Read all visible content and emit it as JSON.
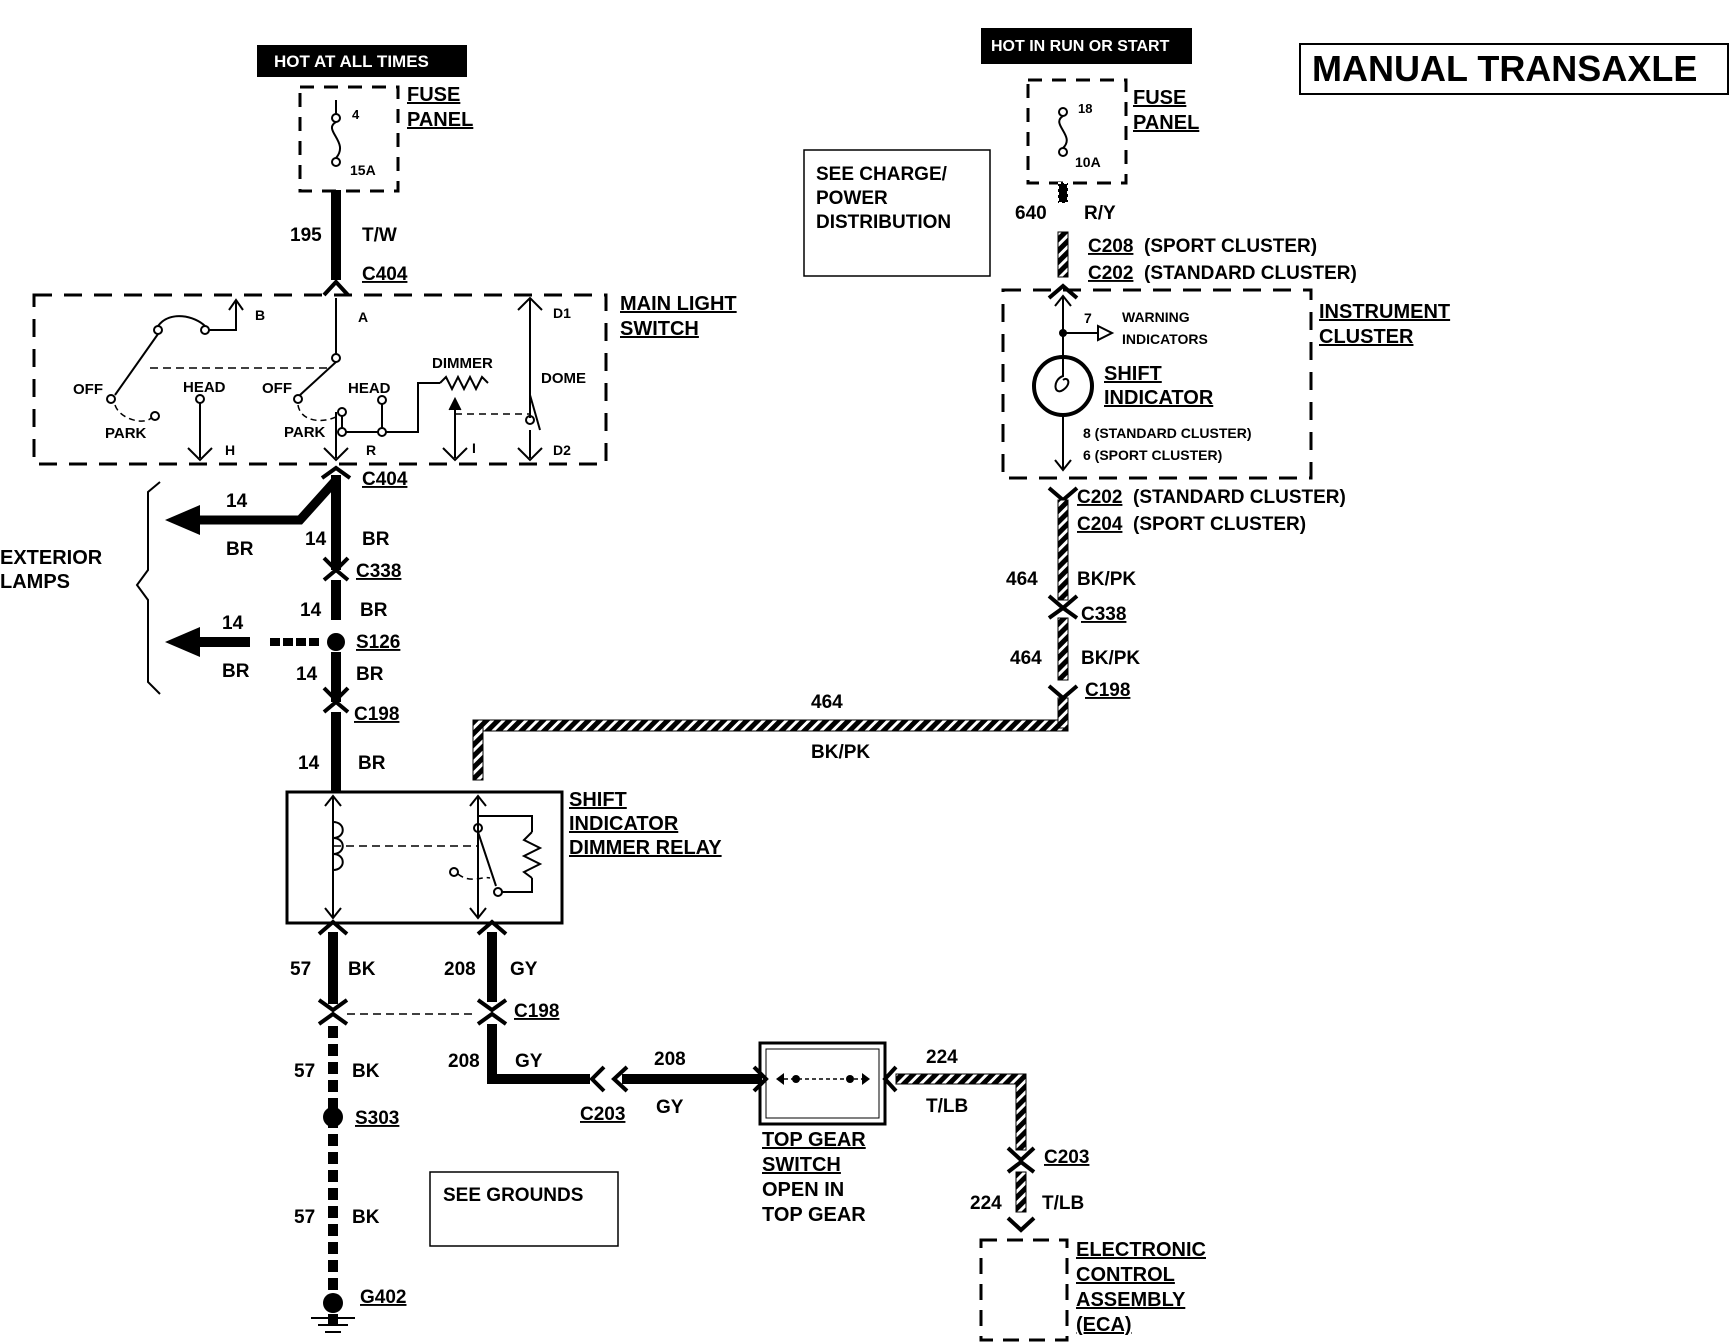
{
  "title": "MANUAL TRANSAXLE",
  "power": {
    "left_header": "HOT AT ALL TIMES",
    "right_header": "HOT IN RUN OR START"
  },
  "fuses": {
    "left": {
      "label_1": "FUSE",
      "label_2": "PANEL",
      "number": "4",
      "rating": "15A"
    },
    "right": {
      "label_1": "FUSE",
      "label_2": "PANEL",
      "number": "18",
      "rating": "10A"
    }
  },
  "notes": {
    "charge_1": "SEE CHARGE/",
    "charge_2": "POWER",
    "charge_3": "DISTRIBUTION",
    "grounds": "SEE GROUNDS"
  },
  "components": {
    "main_light_switch_1": "MAIN LIGHT",
    "main_light_switch_2": "SWITCH",
    "instrument_cluster_1": "INSTRUMENT",
    "instrument_cluster_2": "CLUSTER",
    "shift_indicator_1": "SHIFT",
    "shift_indicator_2": "INDICATOR",
    "warning_1": "WARNING",
    "warning_2": "INDICATORS",
    "pin_7": "7",
    "pin_8": "8 (STANDARD CLUSTER)",
    "pin_6": "6 (SPORT CLUSTER)",
    "dimmer_relay_1": "SHIFT",
    "dimmer_relay_2": "INDICATOR",
    "dimmer_relay_3": "DIMMER RELAY",
    "exterior_lamps_1": "EXTERIOR",
    "exterior_lamps_2": "LAMPS",
    "top_gear_1": "TOP GEAR",
    "top_gear_2": "SWITCH",
    "top_gear_3": "OPEN IN",
    "top_gear_4": "TOP GEAR",
    "eca_1": "ELECTRONIC",
    "eca_2": "CONTROL",
    "eca_3": "ASSEMBLY",
    "eca_4": "(ECA)"
  },
  "switch_labels": {
    "b": "B",
    "a": "A",
    "d1": "D1",
    "d2": "D2",
    "h": "H",
    "r": "R",
    "i": "I",
    "off1": "OFF",
    "head1": "HEAD",
    "park1": "PARK",
    "off2": "OFF",
    "head2": "HEAD",
    "park2": "PARK",
    "dimmer": "DIMMER",
    "dome": "DOME"
  },
  "connectors": {
    "c404_top": "C404",
    "c404_bot": "C404",
    "c338_left": "C338",
    "c338_right": "C338",
    "c198_left": "C198",
    "c198_right": "C198",
    "c198_relay": "C198",
    "c208": "C208",
    "c208_note": "(SPORT CLUSTER)",
    "c202_top": "C202",
    "c202_top_note": "(STANDARD CLUSTER)",
    "c202_bot": "C202",
    "c202_bot_note": "(STANDARD CLUSTER)",
    "c204": "C204",
    "c204_note": "(SPORT CLUSTER)",
    "c203_left": "C203",
    "c203_right": "C203",
    "s126": "S126",
    "s303": "S303",
    "g402": "G402"
  },
  "wires": {
    "w195": "195",
    "w195_color": "T/W",
    "w640": "640",
    "w640_color": "R/Y",
    "ext1_num": "14",
    "ext1_color": "BR",
    "sw_out_num": "14",
    "sw_out_color": "BR",
    "c338_num": "14",
    "c338_color": "BR",
    "ext2_num": "14",
    "ext2_color": "BR",
    "s126_num": "14",
    "s126_color": "BR",
    "relay_in_num": "14",
    "relay_in_color": "BR",
    "w464_a": "464",
    "w464_a_color": "BK/PK",
    "w464_b": "464",
    "w464_b_color": "BK/PK",
    "w464_c": "464",
    "w464_c_color": "BK/PK",
    "w57_a": "57",
    "w57_a_color": "BK",
    "w57_b": "57",
    "w57_b_color": "BK",
    "w57_c": "57",
    "w57_c_color": "BK",
    "w208_a": "208",
    "w208_a_color": "GY",
    "w208_b": "208",
    "w208_b_color": "GY",
    "w208_c": "208",
    "w208_c_color": "GY",
    "w224_a": "224",
    "w224_a_color": "T/LB",
    "w224_b": "224",
    "w224_b_color": "T/LB"
  }
}
